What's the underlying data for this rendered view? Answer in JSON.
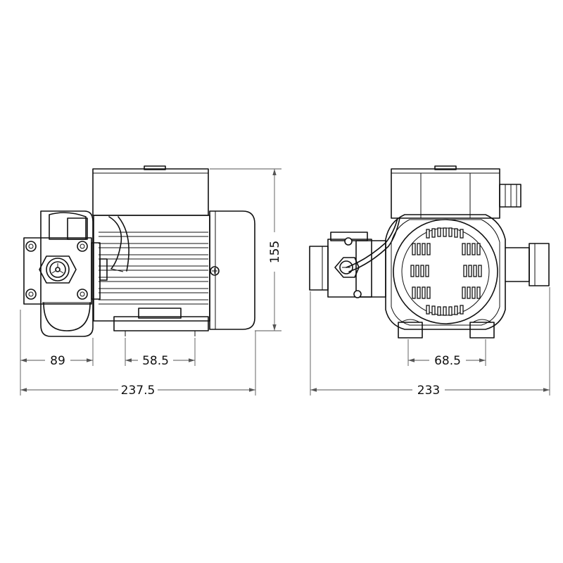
{
  "dimensions": {
    "side_inlet_width": "89",
    "side_foot_spacing": "58.5",
    "side_total_length": "237.5",
    "height": "155",
    "end_foot_spacing": "68.5",
    "end_total_width": "233"
  },
  "colors": {
    "line": "#111111",
    "dimension": "#555555",
    "background": "#ffffff"
  }
}
